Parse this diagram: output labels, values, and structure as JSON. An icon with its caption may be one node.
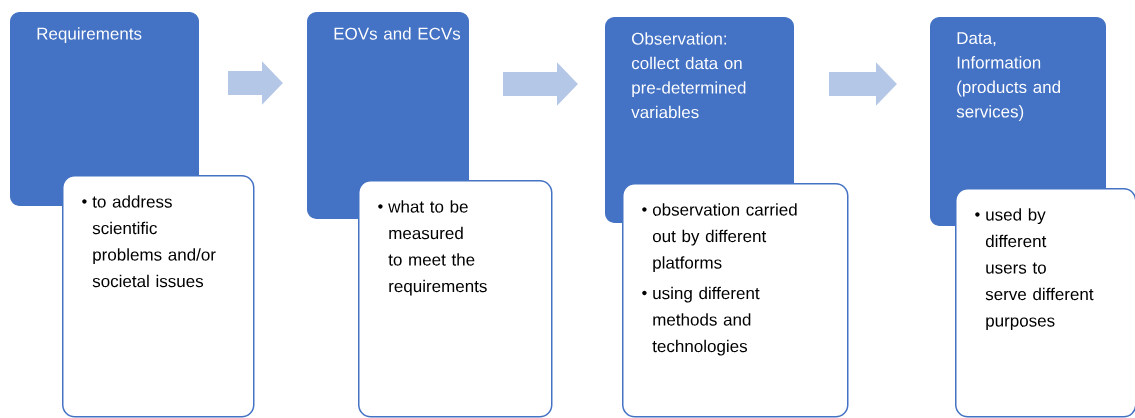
{
  "diagram": {
    "nodes": [
      {
        "text": [
          "Requirements"
        ]
      },
      {
        "text": [
          "to address scientific problems and/or societal issues"
        ]
      },
      {
        "text": [
          "EOVs and ECVs"
        ]
      },
      {
        "text": [
          "what to be measured to meet the requirements"
        ]
      },
      {
        "text": [
          "Observation: collect data on pre-determined variables"
        ]
      },
      {
        "text": [
          "observation carried out by different platforms",
          "using different methods and technologies"
        ]
      },
      {
        "text": [
          "Data, Information (products and services)"
        ]
      },
      {
        "text": [
          "used by different users to serve different purposes"
        ]
      }
    ],
    "edges": [
      {
        "from": 0,
        "to": 2,
        "arrow": "to"
      },
      {
        "from": 2,
        "to": 4,
        "arrow": "to"
      },
      {
        "from": 4,
        "to": 6,
        "arrow": "to"
      }
    ]
  }
}
